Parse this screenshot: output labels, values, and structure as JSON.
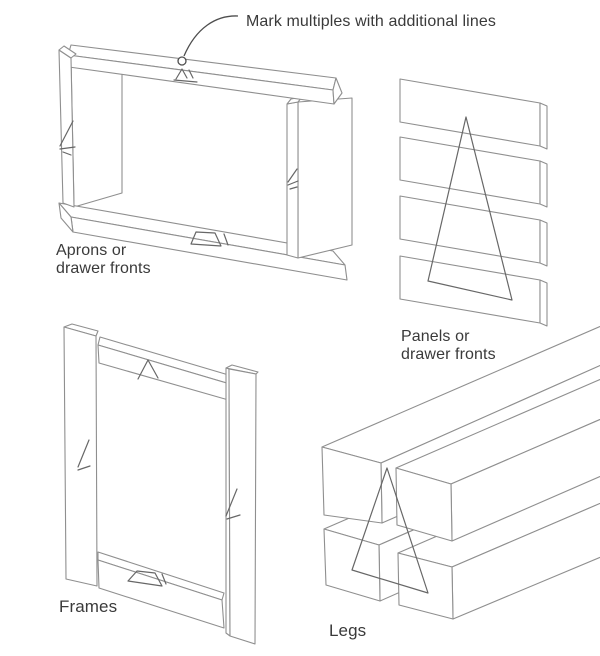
{
  "annotation": "Mark multiples with additional lines",
  "labels": {
    "aprons": {
      "line1": "Aprons or",
      "line2": "drawer fronts"
    },
    "panels": {
      "line1": "Panels or",
      "line2": "drawer fronts"
    },
    "frames": "Frames",
    "legs": "Legs"
  },
  "colors": {
    "background": "#ffffff",
    "board_line": "#8f8f8f",
    "mark_line": "#676767",
    "leader_line": "#4e4e4e",
    "text": "#3a3a3a"
  }
}
